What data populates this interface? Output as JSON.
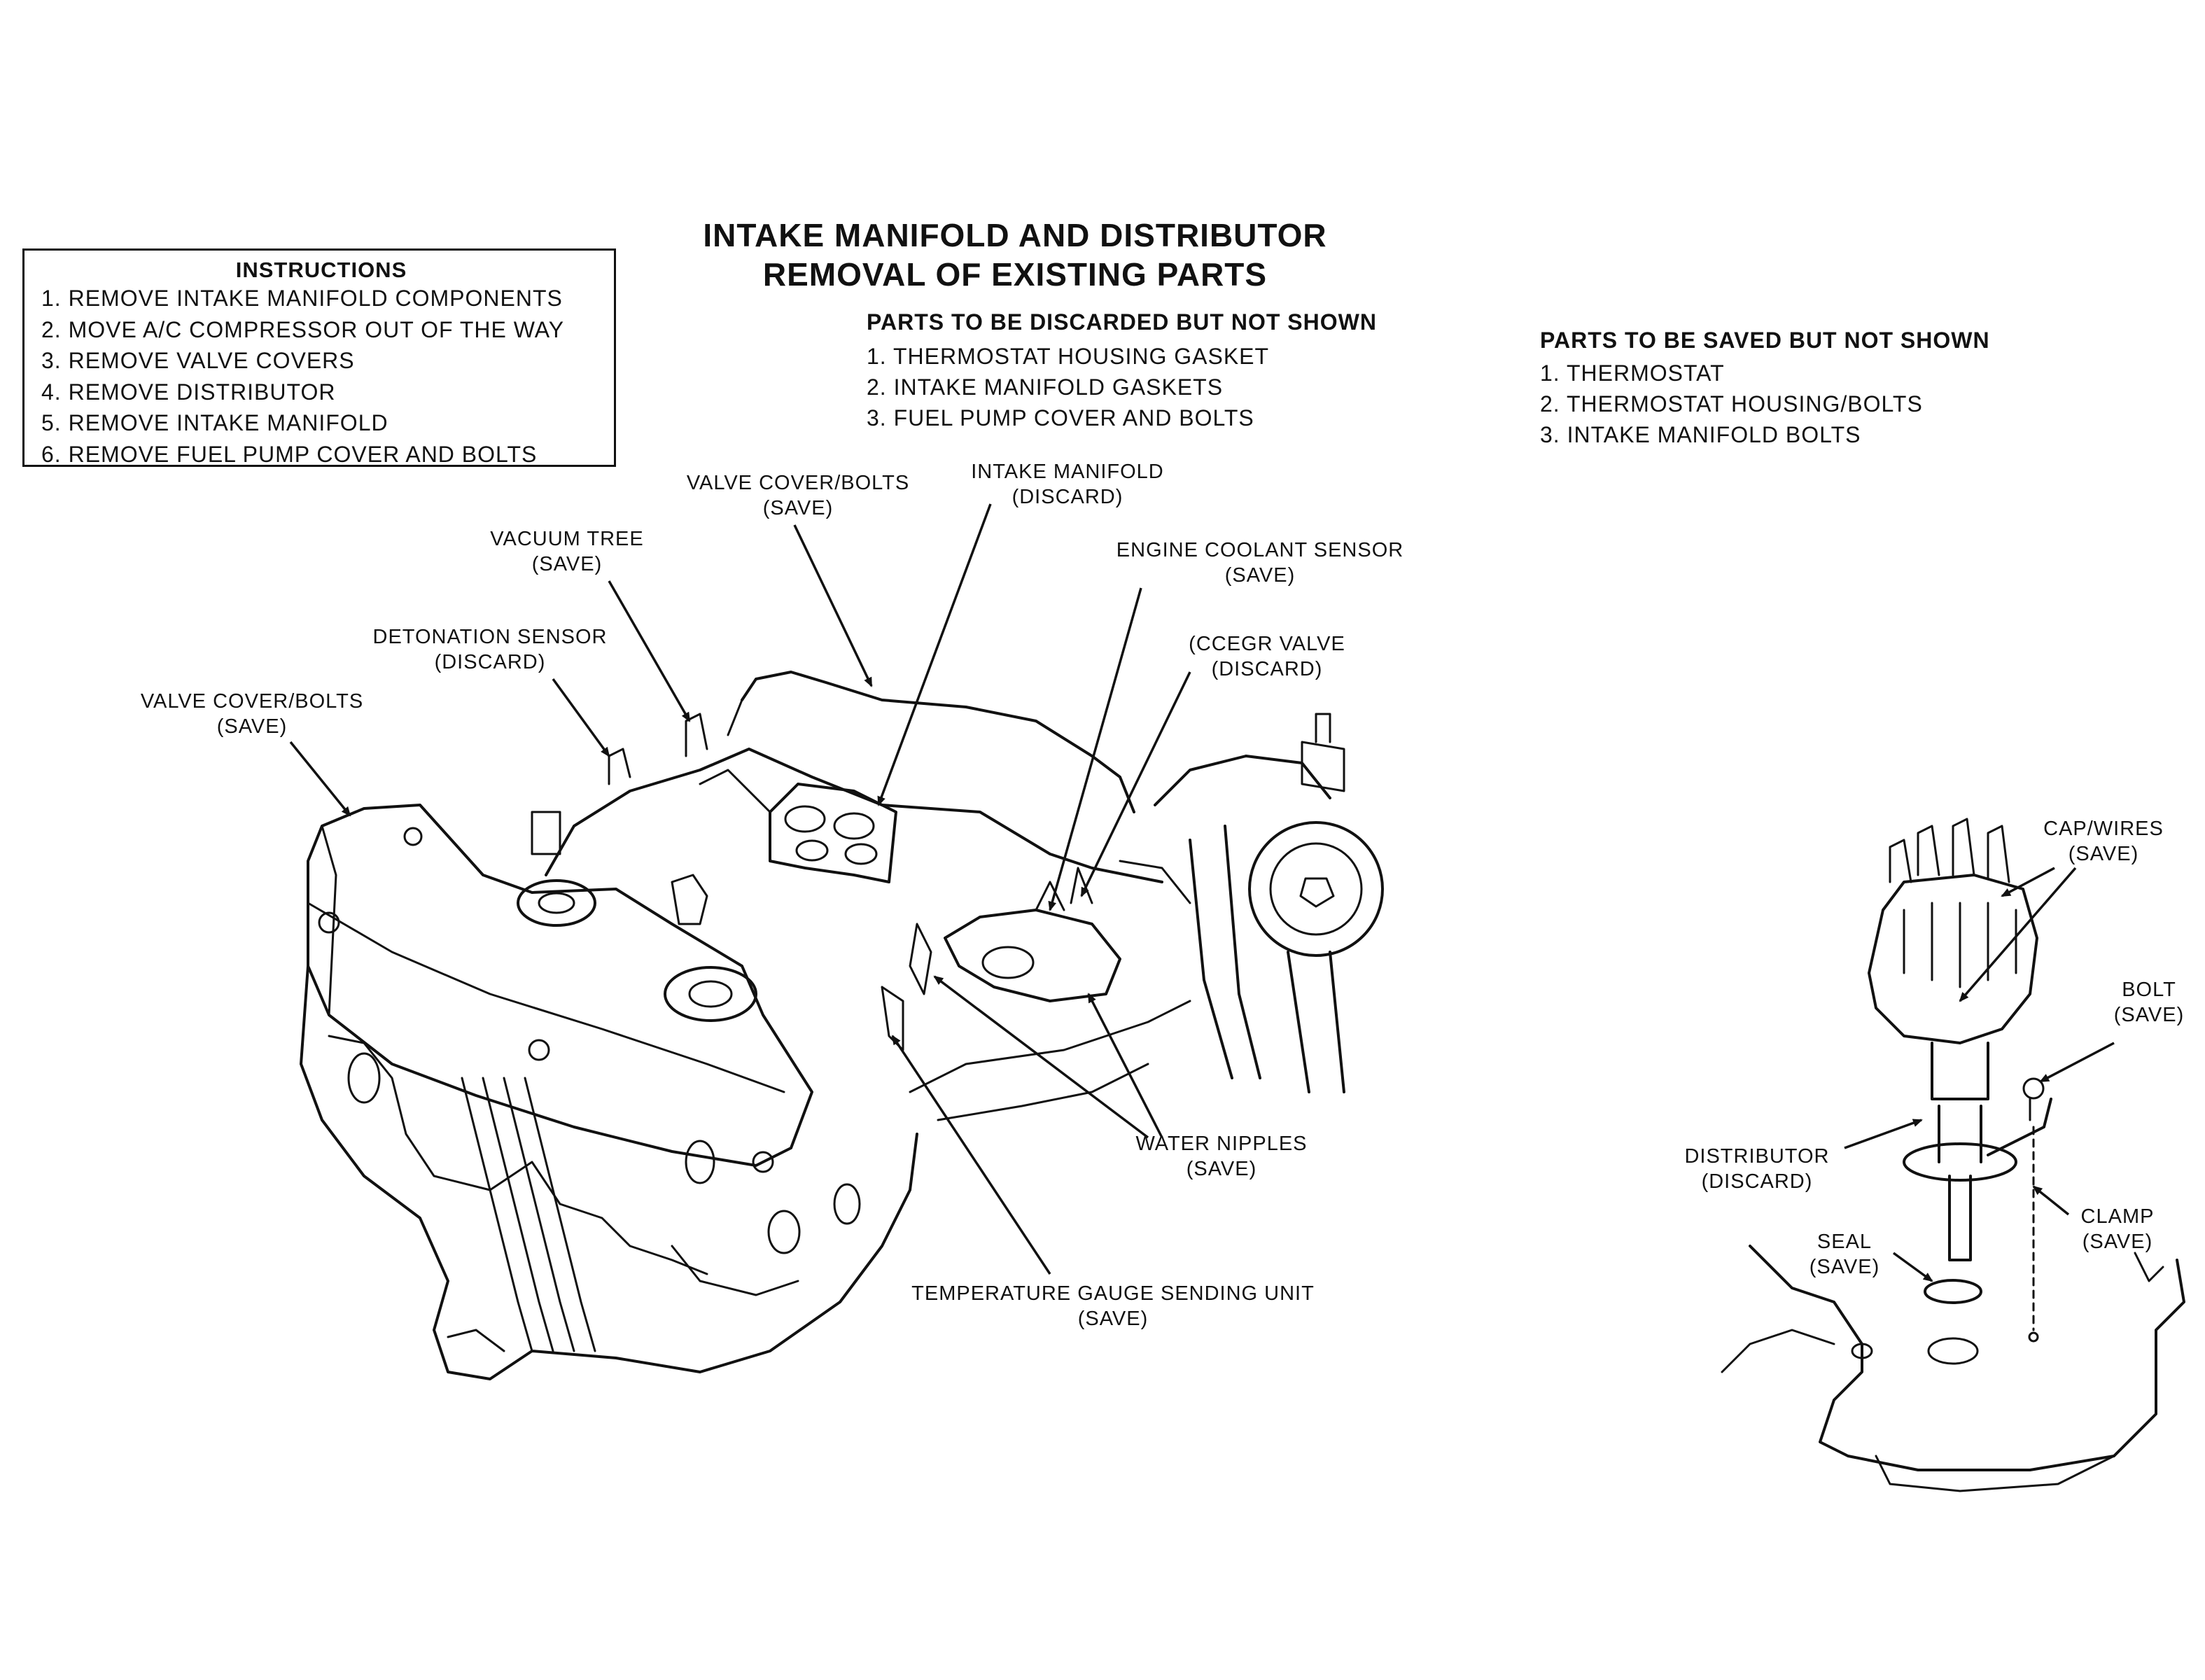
{
  "title": {
    "line1": "INTAKE MANIFOLD AND DISTRIBUTOR",
    "line2": "REMOVAL OF EXISTING PARTS"
  },
  "instructions": {
    "heading": "INSTRUCTIONS",
    "items": [
      "1. REMOVE INTAKE MANIFOLD COMPONENTS",
      "2. MOVE A/C COMPRESSOR OUT OF THE WAY",
      "3. REMOVE VALVE COVERS",
      "4. REMOVE DISTRIBUTOR",
      "5. REMOVE INTAKE MANIFOLD",
      "6. REMOVE FUEL PUMP COVER AND BOLTS"
    ]
  },
  "discarded": {
    "heading": "PARTS TO BE DISCARDED BUT NOT SHOWN",
    "items": [
      "1. THERMOSTAT HOUSING GASKET",
      "2. INTAKE MANIFOLD GASKETS",
      "3. FUEL PUMP COVER AND BOLTS"
    ]
  },
  "saved": {
    "heading": "PARTS TO BE SAVED BUT NOT SHOWN",
    "items": [
      "1. THERMOSTAT",
      "2. THERMOSTAT HOUSING/BOLTS",
      "3. INTAKE MANIFOLD BOLTS"
    ]
  },
  "labels": {
    "valve_cover_top": [
      "VALVE COVER/BOLTS",
      "(SAVE)"
    ],
    "intake_manifold": [
      "INTAKE MANIFOLD",
      "(DISCARD)"
    ],
    "vacuum_tree": [
      "VACUUM TREE",
      "(SAVE)"
    ],
    "engine_coolant_sensor": [
      "ENGINE COOLANT SENSOR",
      "(SAVE)"
    ],
    "detonation_sensor": [
      "DETONATION SENSOR",
      "(DISCARD)"
    ],
    "ccegr_valve": [
      "(CCEGR VALVE",
      "(DISCARD)"
    ],
    "valve_cover_left": [
      "VALVE COVER/BOLTS",
      "(SAVE)"
    ],
    "water_nipples": [
      "WATER NIPPLES",
      "(SAVE)"
    ],
    "temp_gauge": [
      "TEMPERATURE GAUGE SENDING UNIT",
      "(SAVE)"
    ],
    "cap_wires": [
      "CAP/WIRES",
      "(SAVE)"
    ],
    "bolt": [
      "BOLT",
      "(SAVE)"
    ],
    "distributor": [
      "DISTRIBUTOR",
      "(DISCARD)"
    ],
    "clamp": [
      "CLAMP",
      "(SAVE)"
    ],
    "seal": [
      "SEAL",
      "(SAVE)"
    ]
  }
}
